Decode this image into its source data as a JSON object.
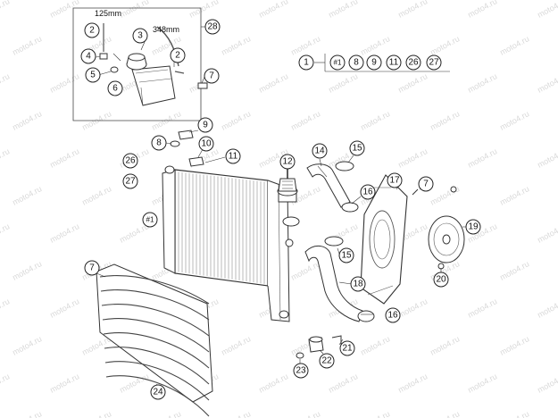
{
  "watermark": "moto4.ru",
  "dimensions": {
    "hose_short": "125mm",
    "hose_long": "348mm"
  },
  "kit": {
    "main_label": "1",
    "members": [
      "#1",
      "8",
      "9",
      "11",
      "26",
      "27"
    ]
  },
  "callouts": {
    "c2a": "2",
    "c2b": "2",
    "c3": "3",
    "c4": "4",
    "c5": "5",
    "c6": "6",
    "c7a": "7",
    "c7b": "7",
    "c7c": "7",
    "c8": "8",
    "c9": "9",
    "c10": "10",
    "c11": "11",
    "c12": "12",
    "c14": "14",
    "c15a": "15",
    "c15b": "15",
    "c16a": "16",
    "c16b": "16",
    "c17": "17",
    "c18": "18",
    "c19": "19",
    "c20": "20",
    "c21": "21",
    "c22": "22",
    "c23": "23",
    "c24": "24",
    "c26": "26",
    "c27": "27",
    "c28": "28",
    "c1h": "#1"
  }
}
